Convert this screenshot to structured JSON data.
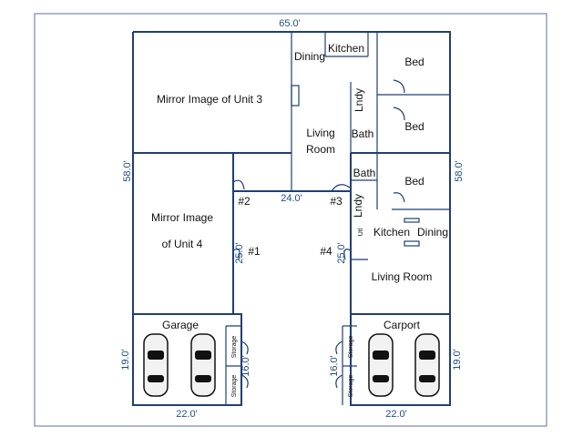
{
  "dimensions": {
    "top_width": "65.0'",
    "left_height": "58.0'",
    "right_height": "58.0'",
    "courtyard_width": "24.0'",
    "left_unit_depth": "25.0'",
    "right_unit_depth": "25.0'",
    "left_garage_height": "19.0'",
    "right_carport_height": "19.0'",
    "left_storage_height": "16.0'",
    "right_storage_height": "16.0'",
    "left_bottom_width": "22.0'",
    "right_bottom_width": "22.0'"
  },
  "rooms": {
    "mirror_unit3": "Mirror Image of Unit 3",
    "mirror_unit4_line1": "Mirror Image",
    "mirror_unit4_line2": "of Unit 4",
    "kitchen_top": "Kitchen",
    "dining_top": "Dining",
    "bed_top1": "Bed",
    "bed_top2": "Bed",
    "lndy_top": "Lndy",
    "bath_top": "Bath",
    "living_line1": "Living",
    "living_line2": "Room",
    "bath_right": "Bath",
    "bed_right": "Bed",
    "lndy_right": "Lndy",
    "util": "Utl",
    "kitchen_right": "Kitchen",
    "dining_right": "Dining",
    "living_room_right": "Living Room",
    "garage": "Garage",
    "carport": "Carport",
    "storage": "Storage"
  },
  "units": {
    "unit2": "#2",
    "unit3": "#3",
    "unit1": "#1",
    "unit4": "#4"
  },
  "colors": {
    "wall": "#1f3f73",
    "dimension_text": "#1f4f86",
    "frame": "#5b6fa6"
  }
}
